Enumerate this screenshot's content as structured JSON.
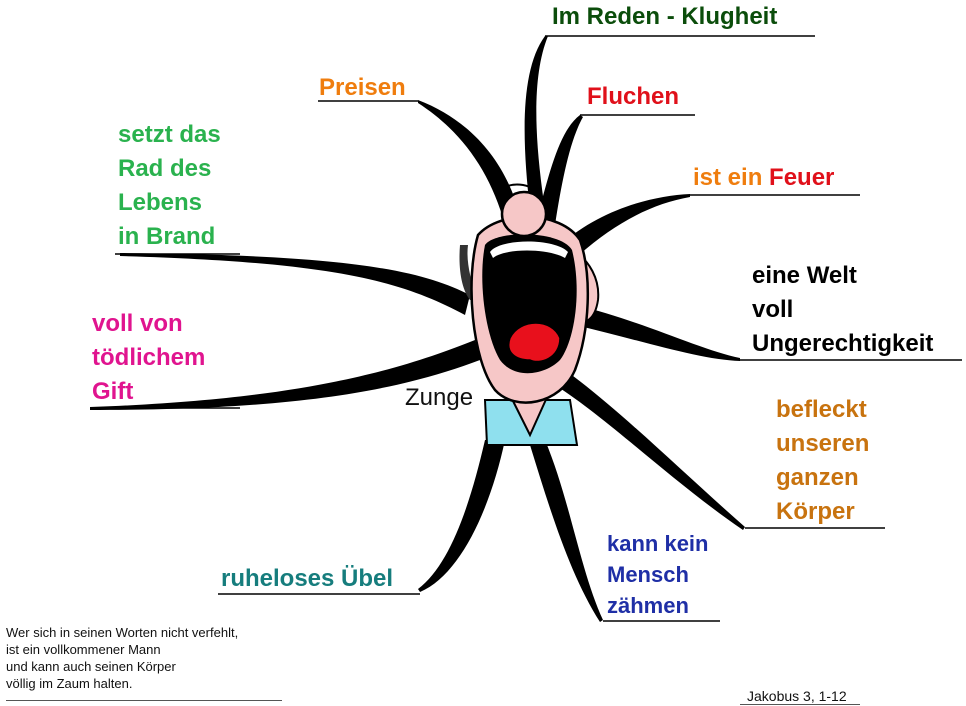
{
  "center": {
    "label": "Zunge"
  },
  "colors": {
    "dark_green": "#0b4d0b",
    "red": "#e0101a",
    "orange": "#ef7d0e",
    "green": "#2ab24e",
    "black": "#000000",
    "magenta": "#e0148f",
    "brown_orange": "#c8730f",
    "teal": "#167d7d",
    "blue": "#1f2fa6"
  },
  "branches": {
    "klugheit": {
      "lines": [
        "Im Reden - Klugheit"
      ]
    },
    "fluchen": {
      "lines": [
        "Fluchen"
      ]
    },
    "preisen": {
      "lines": [
        "Preisen"
      ]
    },
    "feuer": {
      "prefix": "ist ein ",
      "word": "Feuer"
    },
    "rad": {
      "lines": [
        "setzt das",
        "Rad des",
        "Lebens",
        "in Brand"
      ]
    },
    "welt": {
      "lines": [
        "eine Welt",
        "voll",
        "Ungerechtigkeit"
      ]
    },
    "gift": {
      "lines": [
        "voll von",
        "tödlichem",
        "Gift"
      ]
    },
    "koerper": {
      "lines": [
        "befleckt",
        "unseren",
        "ganzen",
        "Körper"
      ]
    },
    "mensch": {
      "lines": [
        "kann kein",
        "Mensch",
        "zähmen"
      ]
    },
    "uebel": {
      "lines": [
        "ruheloses Übel"
      ]
    }
  },
  "quote": {
    "lines": [
      "Wer sich in seinen Worten nicht verfehlt,",
      "ist ein vollkommener Mann",
      "und kann auch seinen Körper",
      "völlig im Zaum halten."
    ]
  },
  "reference": "Jakobus 3, 1-12"
}
